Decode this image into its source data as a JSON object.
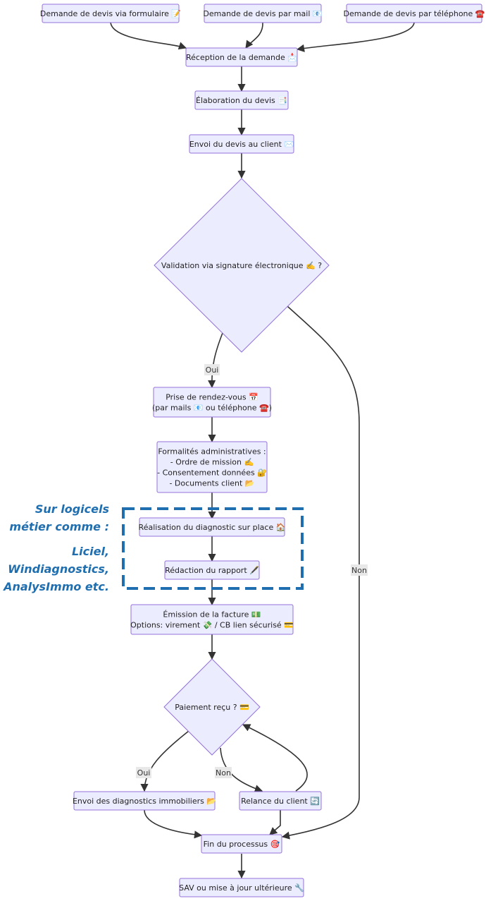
{
  "nodes": {
    "n_form": {
      "lines": [
        "Demande de devis via formulaire 📝"
      ]
    },
    "n_mail": {
      "lines": [
        "Demande de devis par mail 📧"
      ]
    },
    "n_tel": {
      "lines": [
        "Demande de devis par téléphone ☎️"
      ]
    },
    "n_recep": {
      "lines": [
        "Réception de la demande 📩"
      ]
    },
    "n_elab": {
      "lines": [
        "Élaboration du devis 📑"
      ]
    },
    "n_envoi": {
      "lines": [
        "Envoi du devis au client ✉️"
      ]
    },
    "n_valid": {
      "lines": [
        "Validation via signature électronique ✍️ ?"
      ]
    },
    "n_rdv": {
      "lines": [
        "Prise de rendez-vous 📅",
        "(par mails 📧 ou téléphone ☎️)"
      ]
    },
    "n_formal": {
      "lines": [
        "Formalités administratives :",
        "- Ordre de mission ✍️",
        "- Consentement données 🔐",
        "- Documents client 📂"
      ]
    },
    "n_diag": {
      "lines": [
        "Réalisation du diagnostic sur place 🏠"
      ]
    },
    "n_rapport": {
      "lines": [
        "Rédaction du rapport 🖋️"
      ]
    },
    "n_facture": {
      "lines": [
        "Émission de la facture 💵",
        "Options: virement 💸 / CB lien sécurisé 💳"
      ]
    },
    "n_paiement": {
      "lines": [
        "Paiement reçu ? 💳"
      ]
    },
    "n_envoidiag": {
      "lines": [
        "Envoi des diagnostics immobiliers 📂"
      ]
    },
    "n_relance": {
      "lines": [
        "Relance du client 🔄"
      ]
    },
    "n_fin": {
      "lines": [
        "Fin du processus 🎯"
      ]
    },
    "n_sav": {
      "lines": [
        "SAV ou mise à jour ultérieure 🔧"
      ]
    }
  },
  "edge_labels": {
    "valid_oui": "Oui",
    "valid_non": "Non",
    "paie_oui": "Oui",
    "paie_non": "Non"
  },
  "annotation": {
    "lines": [
      "Sur logicels",
      "métier comme :",
      "",
      "Liciel,",
      "Windiagnostics,",
      "AnalysImmo etc."
    ]
  },
  "colors": {
    "node_fill": "#ECECFF",
    "node_stroke": "#9370DB",
    "edge": "#333333",
    "annotation": "#1f6fb0"
  }
}
